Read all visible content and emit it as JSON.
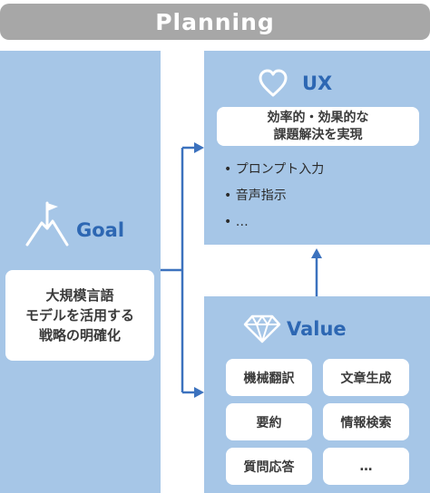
{
  "header": {
    "title": "Planning"
  },
  "goal": {
    "icon": "mountain-flag-icon",
    "title": "Goal",
    "description_lines": [
      "大規模言語",
      "モデルを活用する",
      "戦略の明確化"
    ]
  },
  "ux": {
    "icon": "heart-icon",
    "title": "UX",
    "summary_lines": [
      "効率的・効果的な",
      "課題解決を実現"
    ],
    "bullets": [
      "• プロンプト入力",
      "• 音声指示",
      "• …"
    ]
  },
  "value": {
    "icon": "diamond-icon",
    "title": "Value",
    "items": [
      "機械翻訳",
      "文章生成",
      "要約",
      "情報検索",
      "質問応答",
      "…"
    ]
  },
  "colors": {
    "panel": "#a6c6e7",
    "accent": "#2d67b3",
    "header": "#a7a7a7",
    "arrow": "#3c72be"
  }
}
